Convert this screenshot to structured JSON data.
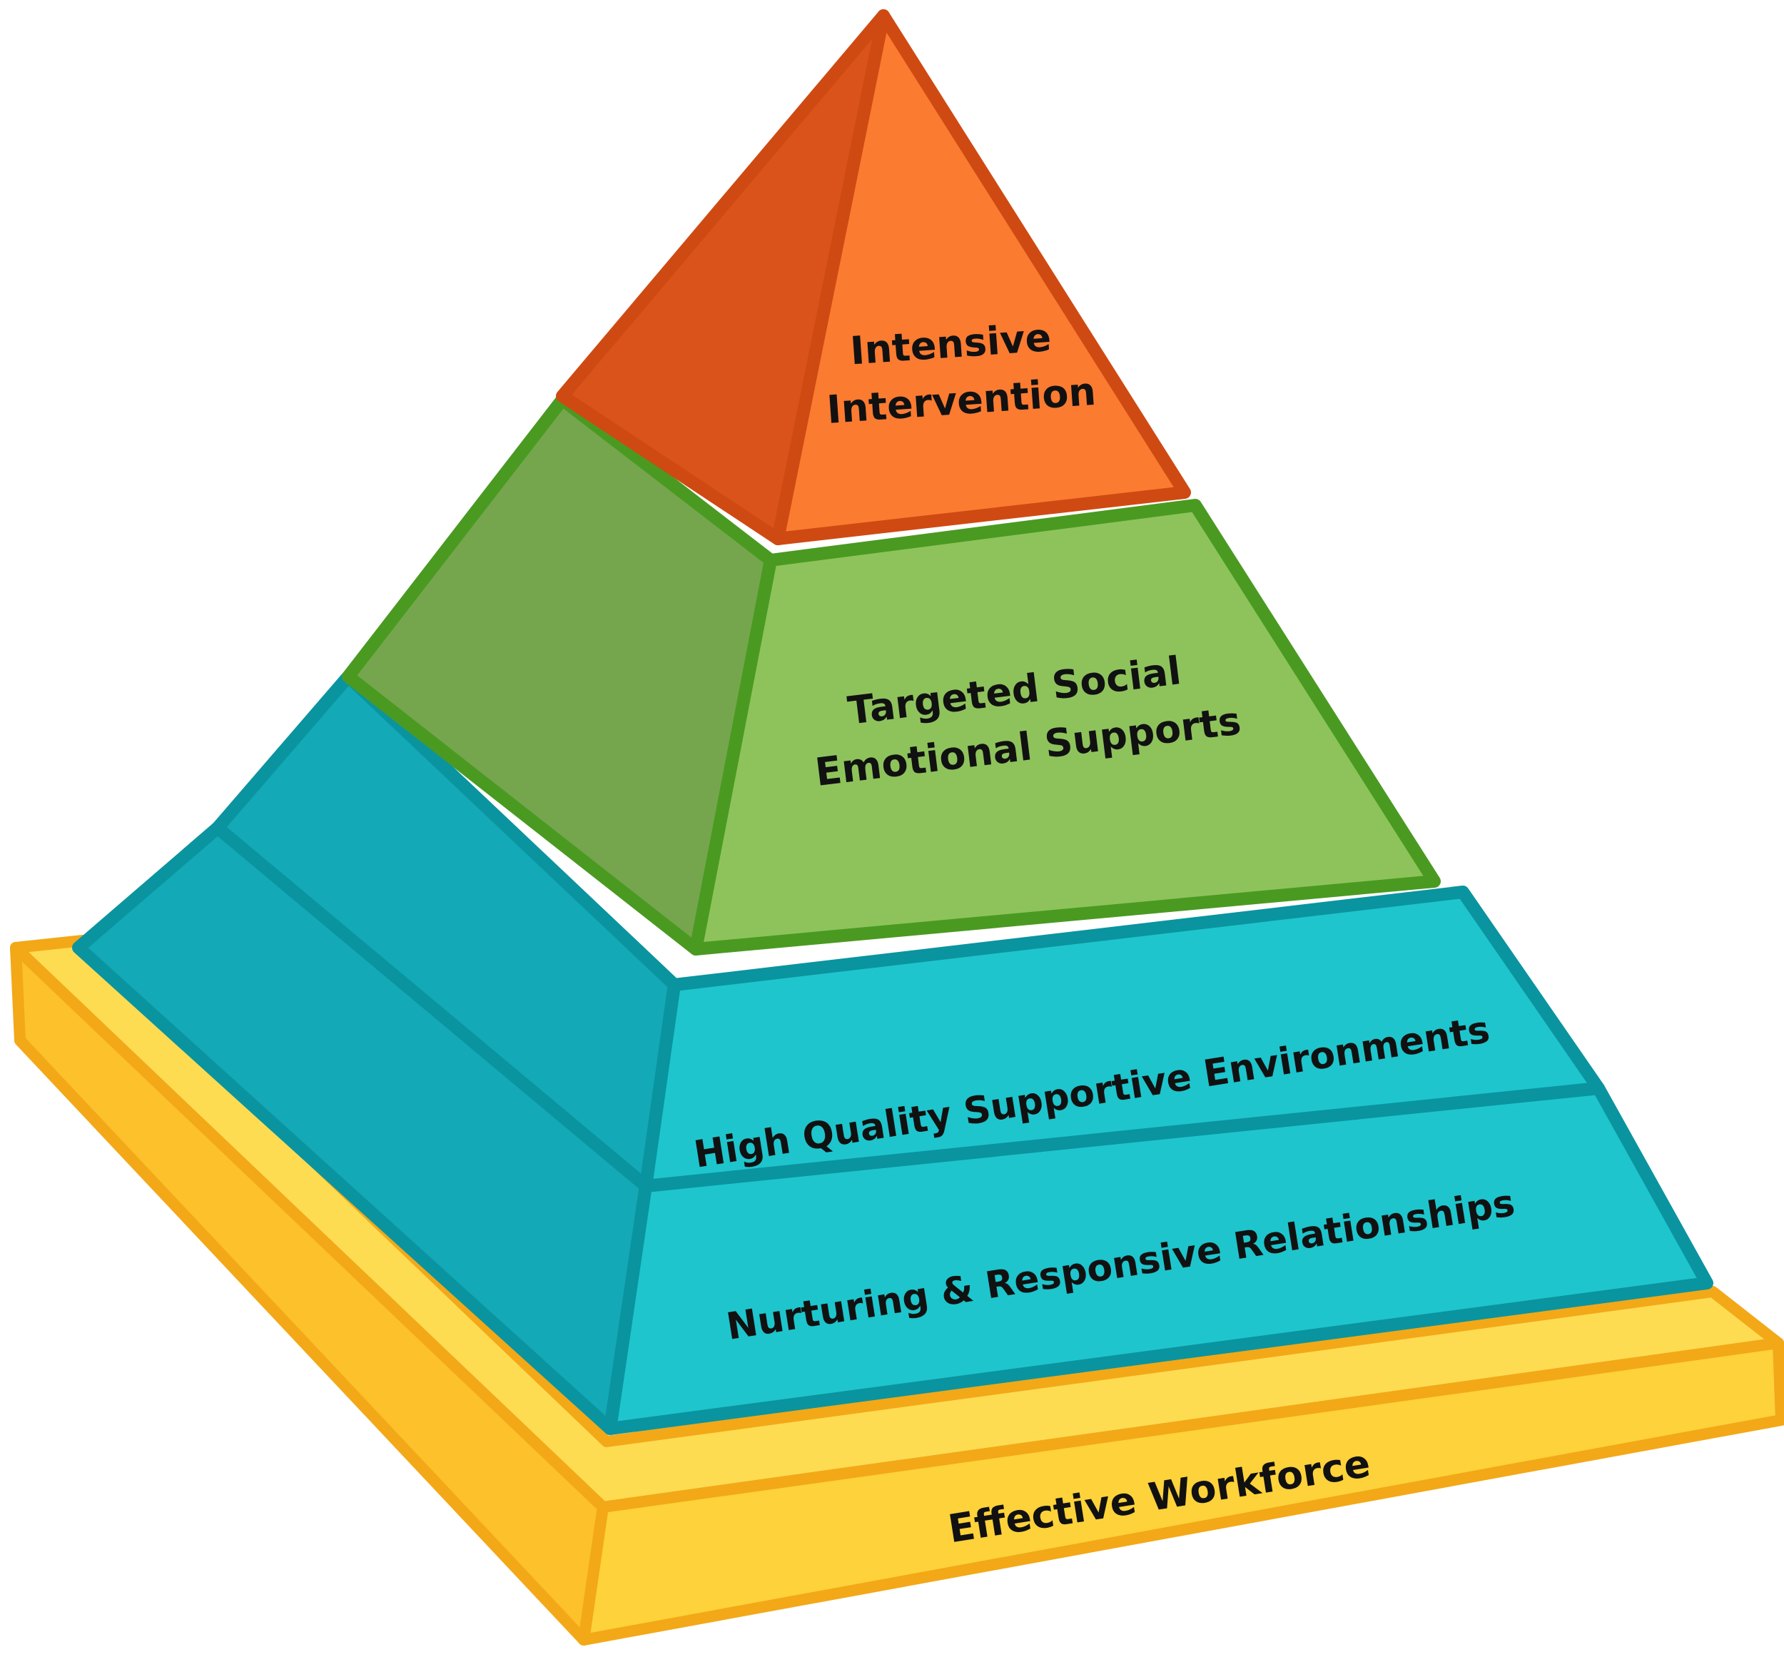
{
  "diagram": {
    "tiers": [
      {
        "id": "intensive",
        "lines": [
          "Intensive",
          "Intervention"
        ],
        "colors": {
          "front": "#fb7b31",
          "side": "#d9531a",
          "edge": "#cf4a12"
        }
      },
      {
        "id": "targeted",
        "lines": [
          "Targeted Social",
          "Emotional Supports"
        ],
        "colors": {
          "front": "#8ec35c",
          "side": "#75a64d",
          "edge": "#4a9a22"
        }
      },
      {
        "id": "environments",
        "lines": [
          "High Quality Supportive Environments"
        ],
        "colors": {
          "front": "#1ec5cd",
          "side": "#13a9b7",
          "edge": "#0a949f"
        }
      },
      {
        "id": "relationships",
        "lines": [
          "Nurturing & Responsive Relationships"
        ],
        "colors": {
          "front": "#1ec5cd",
          "side": "#13a9b7",
          "edge": "#0a949f"
        }
      }
    ],
    "base": {
      "lines": [
        "Effective Workforce"
      ],
      "colors": {
        "front": "#fdd23a",
        "side": "#fcc12b",
        "edge": "#f3a818"
      }
    }
  }
}
